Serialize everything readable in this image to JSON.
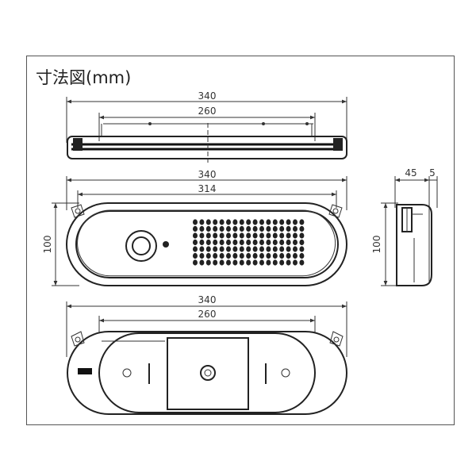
{
  "title": "寸法図(mm)",
  "top_view": {
    "dim_outer": "340",
    "dim_inner": "260"
  },
  "front_view": {
    "dim_width_outer": "340",
    "dim_width_inner": "314",
    "dim_height": "100"
  },
  "side_view": {
    "dim_depth": "45",
    "dim_offset": "5",
    "dim_height": "100"
  },
  "back_view": {
    "dim_outer": "340",
    "dim_inner": "260"
  }
}
